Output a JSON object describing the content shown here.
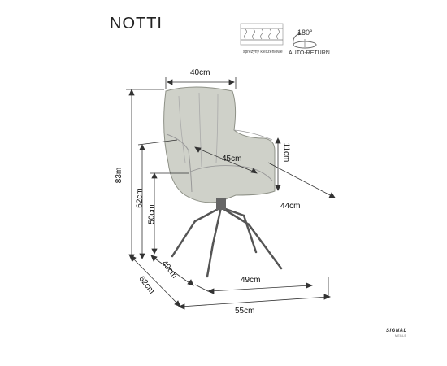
{
  "product": {
    "name": "NOTTI"
  },
  "features": {
    "springs_label": "sprężyny kieszeniowe",
    "rotation_degrees": "180°",
    "rotation_label": "AUTO-RETURN"
  },
  "dimensions": {
    "top_width": "40cm",
    "seat_depth": "45cm",
    "armrest_height": "11cm",
    "arm_width": "44cm",
    "total_height": "83m",
    "armrest_floor_height": "62cm",
    "seat_height": "50cm",
    "base_depth": "49cm",
    "base_width": "49cm",
    "total_depth": "62cm",
    "total_width": "55cm"
  },
  "brand": {
    "name": "SIGNAL",
    "sub": "MEBLE"
  }
}
